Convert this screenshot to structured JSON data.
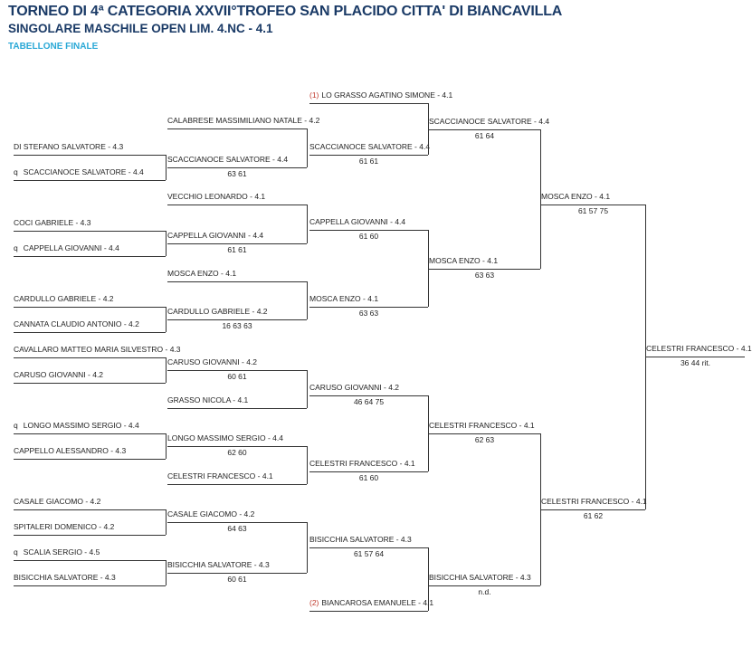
{
  "header": {
    "title": "TORNEO DI 4ª CATEGORIA XXVII°TROFEO SAN PLACIDO CITTA' DI BIANCAVILLA",
    "subtitle": "SINGOLARE MASCHILE OPEN LIM. 4.NC - 4.1",
    "section": "TABELLONE FINALE"
  },
  "colors": {
    "title": "#1a3a66",
    "section": "#29a8d6",
    "seed": "#c0392b"
  },
  "r1": [
    {
      "name": "DI STEFANO SALVATORE - 4.3",
      "q": ""
    },
    {
      "name": "SCACCIANOCE SALVATORE - 4.4",
      "q": "q"
    },
    {
      "name": "COCI GABRIELE - 4.3",
      "q": ""
    },
    {
      "name": "CAPPELLA GIOVANNI - 4.4",
      "q": "q"
    },
    {
      "name": "CARDULLO GABRIELE - 4.2",
      "q": ""
    },
    {
      "name": "CANNATA CLAUDIO ANTONIO - 4.2",
      "q": ""
    },
    {
      "name": "CAVALLARO MATTEO MARIA SILVESTRO - 4.3",
      "q": ""
    },
    {
      "name": "CARUSO GIOVANNI - 4.2",
      "q": ""
    },
    {
      "name": "LONGO MASSIMO SERGIO - 4.4",
      "q": "q"
    },
    {
      "name": "CAPPELLO ALESSANDRO - 4.3",
      "q": ""
    },
    {
      "name": "CASALE GIACOMO - 4.2",
      "q": ""
    },
    {
      "name": "SPITALERI DOMENICO - 4.2",
      "q": ""
    },
    {
      "name": "SCALIA SERGIO - 4.5",
      "q": "q"
    },
    {
      "name": "BISICCHIA SALVATORE - 4.3",
      "q": ""
    }
  ],
  "r2": [
    {
      "name": "CALABRESE MASSIMILIANO NATALE - 4.2",
      "score": ""
    },
    {
      "name": "SCACCIANOCE SALVATORE - 4.4",
      "score": "63 61"
    },
    {
      "name": "VECCHIO LEONARDO - 4.1",
      "score": ""
    },
    {
      "name": "CAPPELLA GIOVANNI - 4.4",
      "score": "61 61"
    },
    {
      "name": "MOSCA ENZO - 4.1",
      "score": ""
    },
    {
      "name": "CARDULLO GABRIELE - 4.2",
      "score": "16 63 63"
    },
    {
      "name": "CARUSO GIOVANNI - 4.2",
      "score": "60 61"
    },
    {
      "name": "GRASSO NICOLA - 4.1",
      "score": ""
    },
    {
      "name": "LONGO MASSIMO SERGIO - 4.4",
      "score": "62 60"
    },
    {
      "name": "CELESTRI FRANCESCO - 4.1",
      "score": ""
    },
    {
      "name": "CASALE GIACOMO - 4.2",
      "score": "64 63"
    },
    {
      "name": "BISICCHIA SALVATORE - 4.3",
      "score": "60 61"
    }
  ],
  "r3": [
    {
      "name": "LO GRASSO AGATINO SIMONE - 4.1",
      "seed": "(1)",
      "score": ""
    },
    {
      "name": "SCACCIANOCE SALVATORE - 4.4",
      "seed": "",
      "score": "61 61"
    },
    {
      "name": "CAPPELLA GIOVANNI - 4.4",
      "seed": "",
      "score": "61 60"
    },
    {
      "name": "MOSCA ENZO - 4.1",
      "seed": "",
      "score": "63 63"
    },
    {
      "name": "CARUSO GIOVANNI - 4.2",
      "seed": "",
      "score": "46 64 75"
    },
    {
      "name": "CELESTRI FRANCESCO - 4.1",
      "seed": "",
      "score": "61 60"
    },
    {
      "name": "BISICCHIA SALVATORE - 4.3",
      "seed": "",
      "score": "61 57 64"
    },
    {
      "name": "BIANCAROSA EMANUELE - 4.1",
      "seed": "(2)",
      "score": ""
    }
  ],
  "r4": [
    {
      "name": "SCACCIANOCE SALVATORE - 4.4",
      "score": "61 64"
    },
    {
      "name": "MOSCA ENZO - 4.1",
      "score": "63 63"
    },
    {
      "name": "CELESTRI FRANCESCO - 4.1",
      "score": "62 63"
    },
    {
      "name": "BISICCHIA SALVATORE - 4.3",
      "score": "n.d."
    }
  ],
  "r5": [
    {
      "name": "MOSCA ENZO - 4.1",
      "score": "61 57 75"
    },
    {
      "name": "CELESTRI FRANCESCO - 4.1",
      "score": "61 62"
    }
  ],
  "final": {
    "name": "CELESTRI FRANCESCO - 4.1",
    "score": "36 44 rit."
  }
}
